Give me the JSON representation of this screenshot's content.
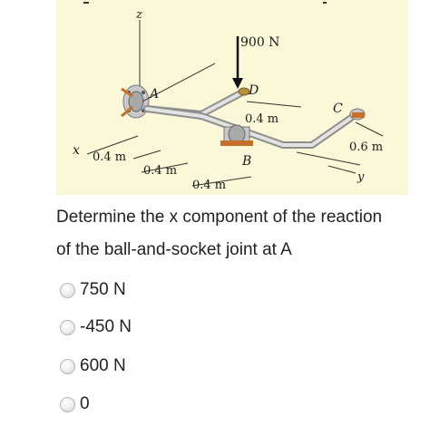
{
  "figure": {
    "labels": {
      "z": "z",
      "x": "x",
      "y": "y",
      "a": "A",
      "b": "B",
      "c": "C",
      "d": "D",
      "force": "900 N",
      "dim_ad": "0.4 m",
      "dim_bc": "0.6 m",
      "dim_x": "0.4 m",
      "dim_mid": "0.4 m",
      "dim_bottom": "0.4 m"
    }
  },
  "question": {
    "line1": "Determine the x component of the reaction",
    "line2": "of the ball-and-socket joint at A"
  },
  "options": [
    {
      "label": "750 N"
    },
    {
      "label": "-450 N"
    },
    {
      "label": "600 N"
    },
    {
      "label": "0"
    }
  ]
}
